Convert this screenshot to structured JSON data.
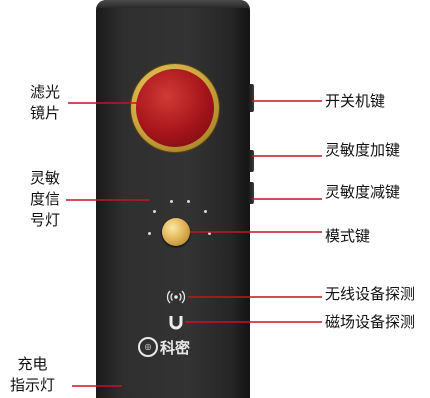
{
  "labels": {
    "filter_lens": [
      "滤光",
      "镜片"
    ],
    "signal_light": [
      "灵敏",
      "度信",
      "号灯"
    ],
    "charge_light": [
      "充电",
      "指示灯"
    ],
    "power_key": "开关机键",
    "sens_up": "灵敏度加键",
    "sens_down": "灵敏度减键",
    "mode_key": "模式键",
    "wireless_detect": "无线设备探测",
    "magnetic_detect": "磁场设备探测"
  },
  "brand": {
    "name": "科密"
  },
  "icons": {
    "wireless": "wireless-signal-icon",
    "magnet": "magnet-icon",
    "brand": "brand-logo-icon"
  },
  "colors": {
    "device_body": "#2f2f2f",
    "lens_red": "#a4151a",
    "gold": "#c9a23a",
    "line": "#c0171d"
  }
}
